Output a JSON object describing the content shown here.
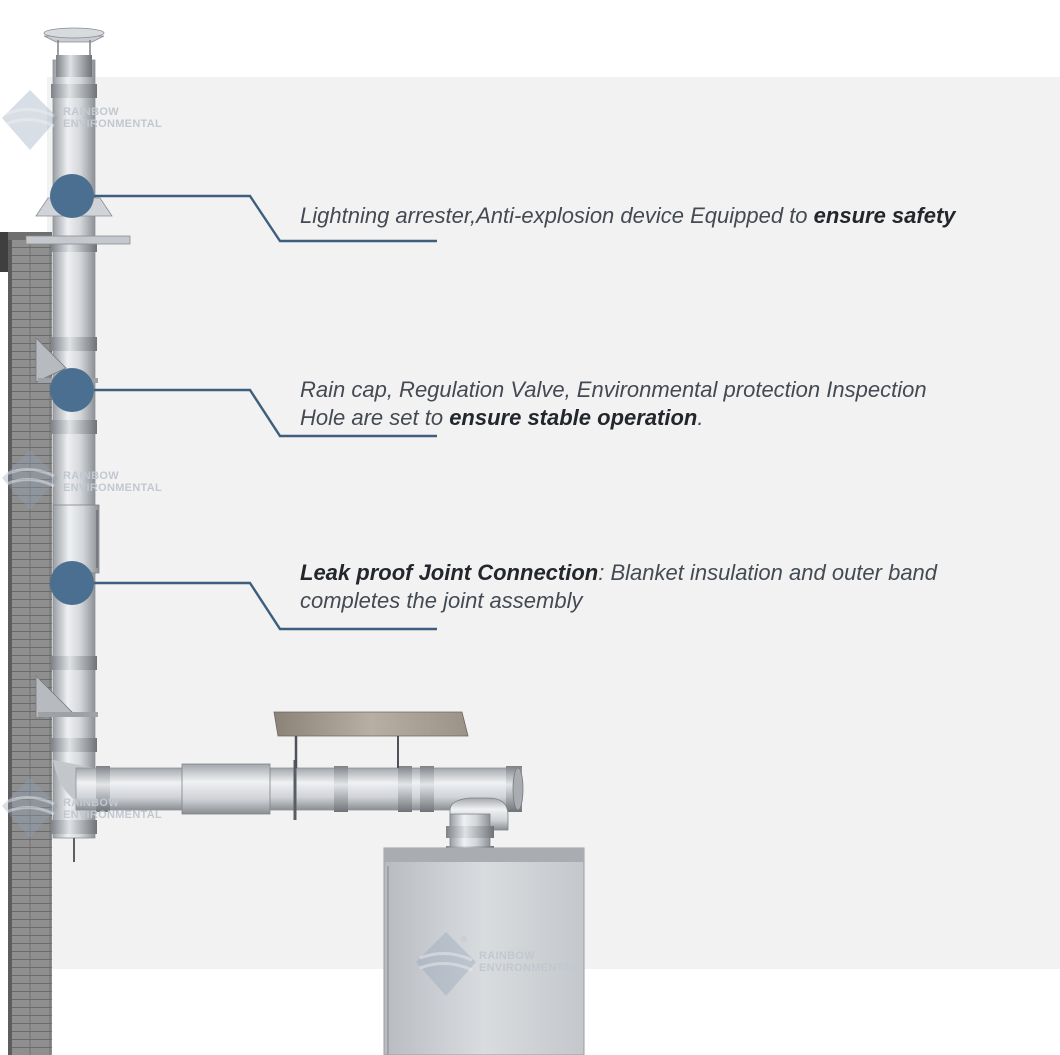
{
  "watermark": {
    "line1": "RAINBOW",
    "line2": "ENVIRONMENTAL",
    "registered": "®"
  },
  "callouts": [
    {
      "prefix": "Lightning arrester,Anti-explosion device Equipped to ",
      "bold": "ensure safety",
      "suffix": ""
    },
    {
      "prefix": "Rain cap, Regulation Valve, Environmental protection Inspection Hole are set to ",
      "bold": "ensure stable operation",
      "suffix": "."
    },
    {
      "prefix": "",
      "bold": "Leak proof Joint Connection",
      "suffix": ": Blanket insulation and outer band completes the joint assembly"
    }
  ],
  "colors": {
    "marker": "#4a6f91",
    "leader": "#3d5f7d",
    "panel": "#f2f2f2"
  }
}
